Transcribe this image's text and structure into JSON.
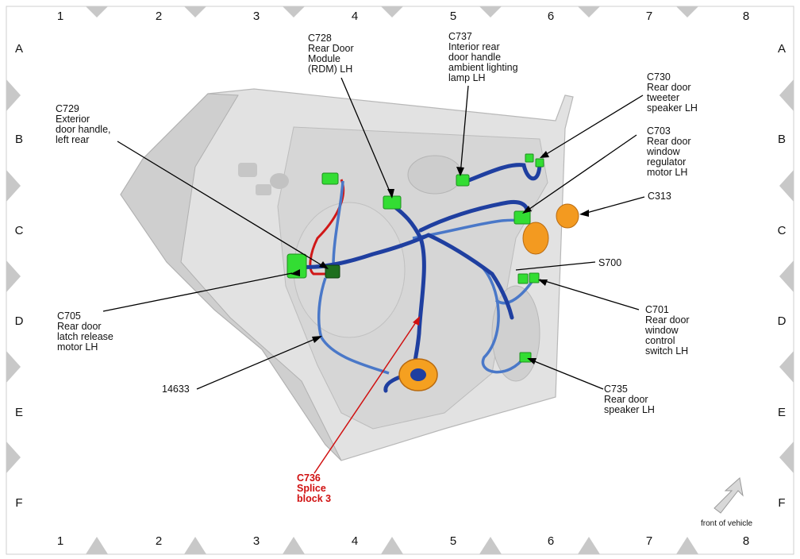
{
  "grid": {
    "columns": [
      "1",
      "2",
      "3",
      "4",
      "5",
      "6",
      "7",
      "8"
    ],
    "rows": [
      "A",
      "B",
      "C",
      "D",
      "E",
      "F"
    ]
  },
  "callouts": {
    "c728": "C728\nRear Door\nModule\n(RDM) LH",
    "c737": "C737\nInterior rear\ndoor handle\nambient lighting\nlamp LH",
    "c730": "C730\nRear door\ntweeter\nspeaker LH",
    "c729": "C729\nExterior\ndoor handle,\nleft rear",
    "c703": "C703\nRear door\nwindow\nregulator\nmotor LH",
    "c313": "C313",
    "s700": "S700",
    "c705": "C705\nRear door\nlatch release\nmotor LH",
    "c701": "C701\nRear door\nwindow\ncontrol\nswitch LH",
    "n14633": "14633",
    "c735": "C735\nRear door\nspeaker LH",
    "c736": "C736\nSplice\nblock 3"
  },
  "orientation": {
    "label": "front of vehicle"
  },
  "colors": {
    "harness_blue": "#1f3fa0",
    "harness_light_blue": "#4a78c8",
    "connector_green": "#33dd33",
    "connector_dark_green": "#1e6f1e",
    "connector_orange": "#f39a20",
    "red_wire": "#d01818",
    "highlight_callout": "#d01010",
    "door_panel": "#dcdcdc"
  }
}
